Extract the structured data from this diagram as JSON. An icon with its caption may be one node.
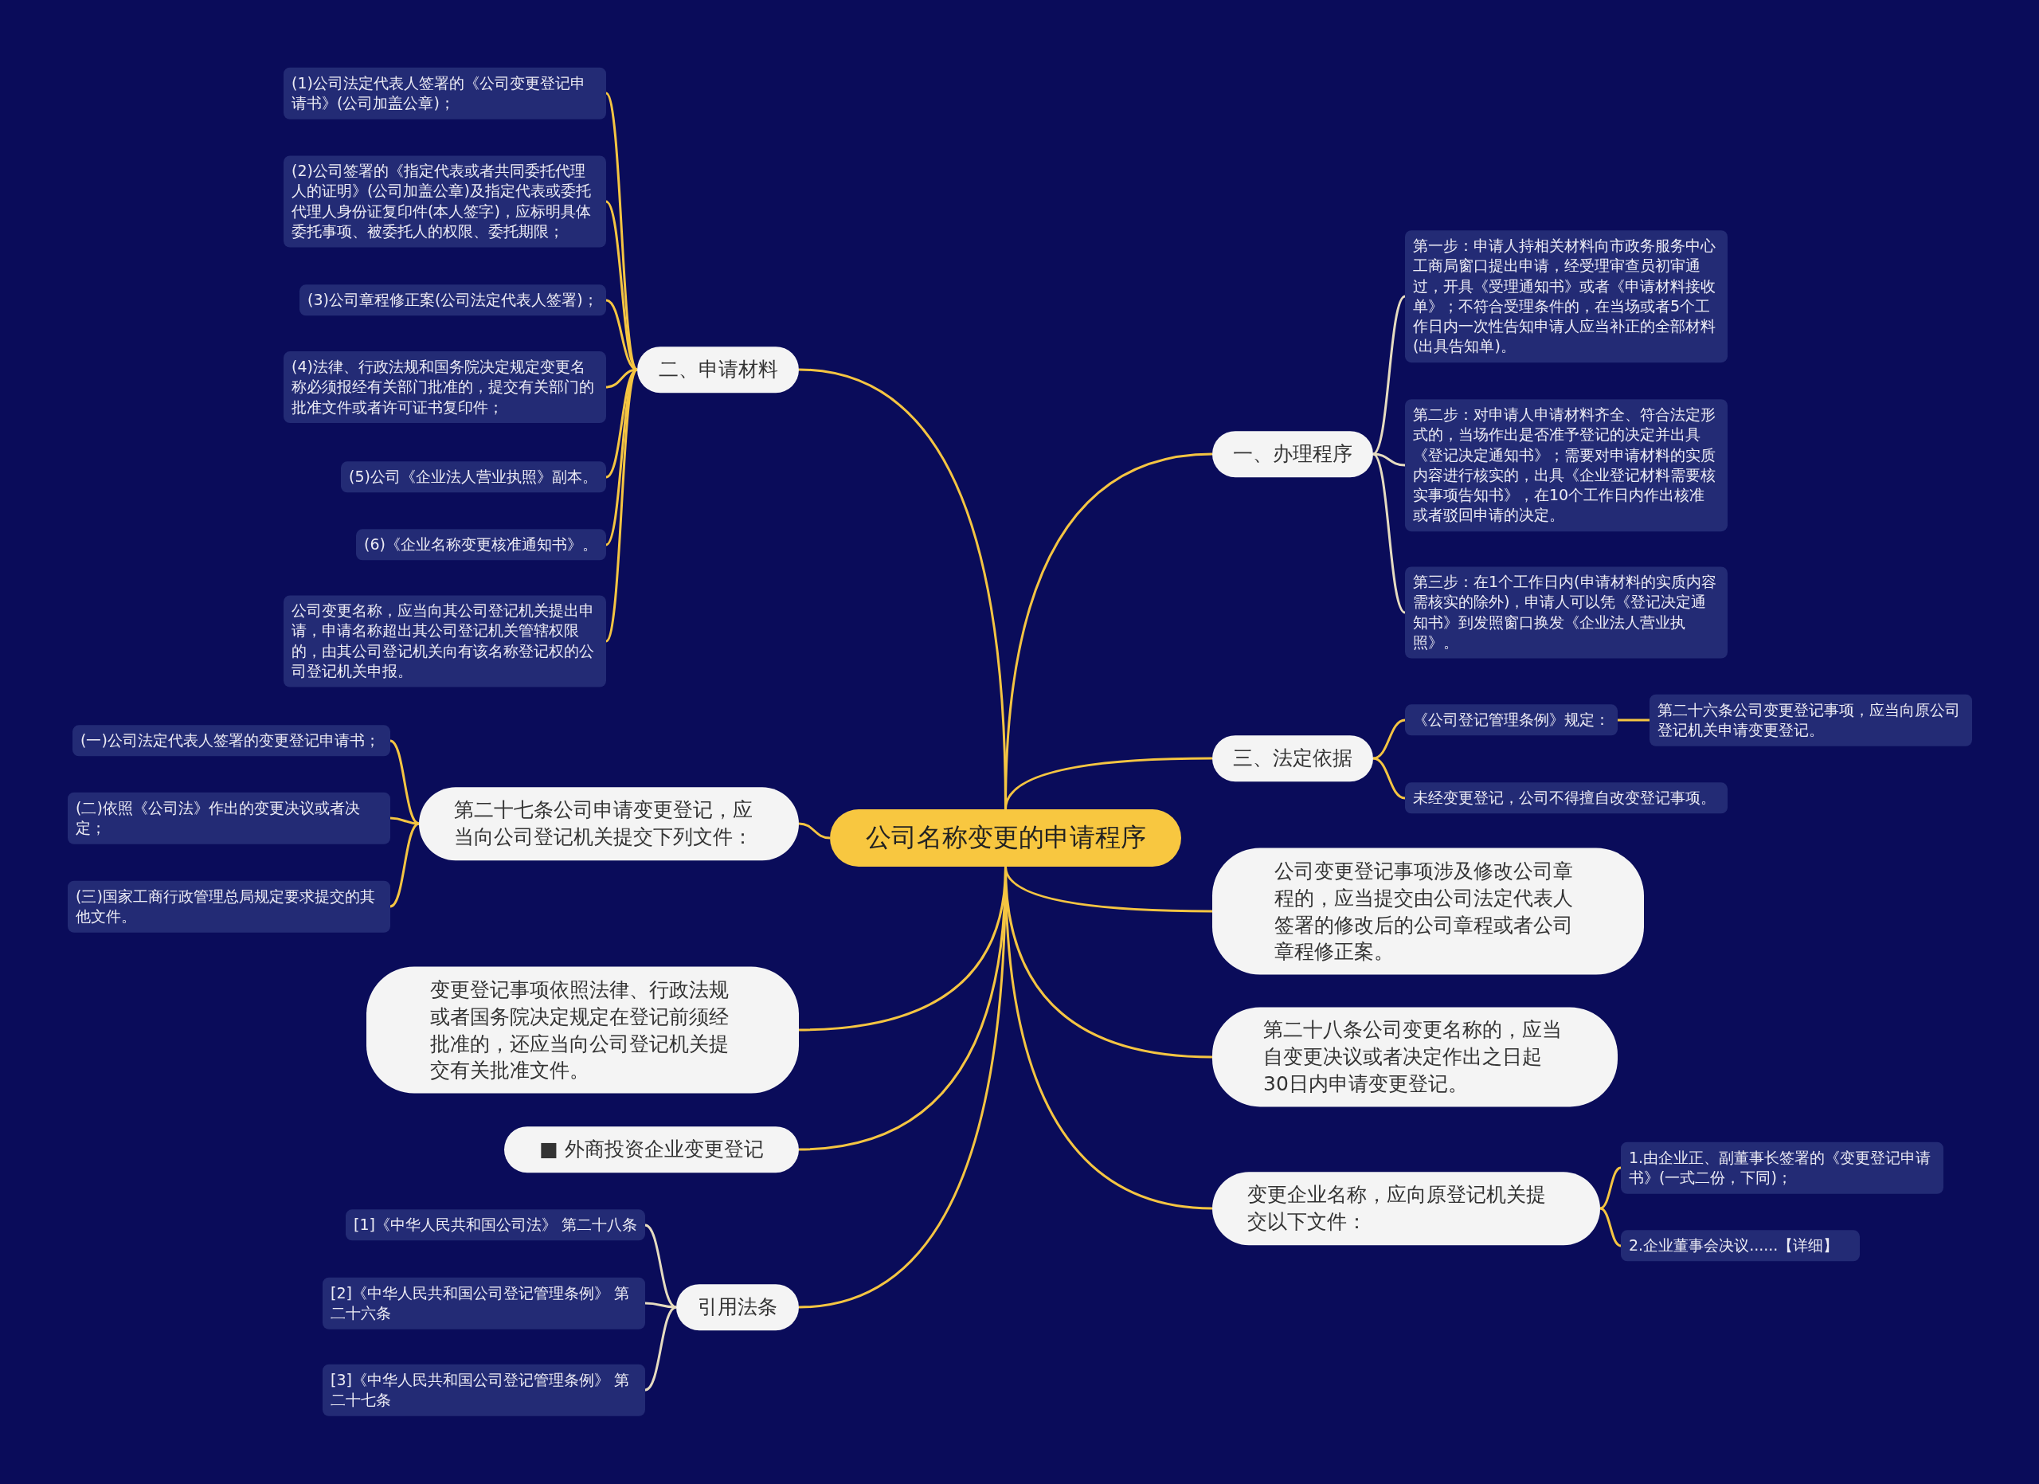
{
  "diagram": {
    "nodes": [
      {
        "text": [
          "公司名称变更的申请程序"
        ]
      },
      {
        "text": [
          "二、申请材料"
        ]
      },
      {
        "text": [
          "(1)公司法定代表人签署的《公司变更登记申请书》(公司加盖公章)；"
        ]
      },
      {
        "text": [
          "(2)公司签署的《指定代表或者共同委托代理人的证明》(公司加盖公章)及指定代表或委托代理人身份证复印件(本人签字)，应标明具体委托事项、被委托人的权限、委托期限；"
        ]
      },
      {
        "text": [
          "(3)公司章程修正案(公司法定代表人签署)；"
        ]
      },
      {
        "text": [
          "(4)法律、行政法规和国务院决定规定变更名称必须报经有关部门批准的，提交有关部门的批准文件或者许可证书复印件；"
        ]
      },
      {
        "text": [
          "(5)公司《企业法人营业执照》副本。"
        ]
      },
      {
        "text": [
          "(6)《企业名称变更核准通知书》。"
        ]
      },
      {
        "text": [
          "公司变更名称，应当向其公司登记机关提出申请，申请名称超出其公司登记机关管辖权限的，由其公司登记机关向有该名称登记权的公司登记机关申报。"
        ]
      },
      {
        "text": [
          "一、办理程序"
        ]
      },
      {
        "text": [
          "第一步：申请人持相关材料向市政务服务中心工商局窗口提出申请，经受理审查员初审通过，开具《受理通知书》或者《申请材料接收单》；不符合受理条件的，在当场或者5个工作日内一次性告知申请人应当补正的全部材料(出具告知单)。"
        ]
      },
      {
        "text": [
          "第二步：对申请人申请材料齐全、符合法定形式的，当场作出是否准予登记的决定并出具《登记决定通知书》；需要对申请材料的实质内容进行核实的，出具《企业登记材料需要核实事项告知书》，在10个工作日内作出核准或者驳回申请的决定。"
        ]
      },
      {
        "text": [
          "第三步：在1个工作日内(申请材料的实质内容需核实的除外)，申请人可以凭《登记决定通知书》到发照窗口换发《企业法人营业执照》。"
        ]
      },
      {
        "text": [
          "三、法定依据"
        ]
      },
      {
        "text": [
          "《公司登记管理条例》规定："
        ]
      },
      {
        "text": [
          "第二十六条公司变更登记事项，应当向原公司登记机关申请变更登记。"
        ]
      },
      {
        "text": [
          "未经变更登记，公司不得擅自改变登记事项。"
        ]
      },
      {
        "text": [
          "第二十七条公司申请变更登记，应当向公司登记机关提交下列文件："
        ]
      },
      {
        "text": [
          "(一)公司法定代表人签署的变更登记申请书；"
        ]
      },
      {
        "text": [
          "(二)依照《公司法》作出的变更决议或者决定；"
        ]
      },
      {
        "text": [
          "(三)国家工商行政管理总局规定要求提交的其他文件。"
        ]
      },
      {
        "text": [
          "公司变更登记事项涉及修改公司章程的，应当提交由公司法定代表人签署的修改后的公司章程或者公司章程修正案。"
        ]
      },
      {
        "text": [
          "第二十八条公司变更名称的，应当自变更决议或者决定作出之日起30日内申请变更登记。"
        ]
      },
      {
        "text": [
          "变更登记事项依照法律、行政法规或者国务院决定规定在登记前须经批准的，还应当向公司登记机关提交有关批准文件。"
        ]
      },
      {
        "text": [
          "■ 外商投资企业变更登记"
        ]
      },
      {
        "text": [
          "变更企业名称，应向原登记机关提交以下文件："
        ]
      },
      {
        "text": [
          "1.由企业正、副董事长签署的《变更登记申请书》(一式二份，下同)；"
        ]
      },
      {
        "text": [
          "2.企业董事会决议......【详细】"
        ]
      },
      {
        "text": [
          "引用法条"
        ]
      },
      {
        "text": [
          "[1]《中华人民共和国公司法》 第二十八条"
        ]
      },
      {
        "text": [
          "[2]《中华人民共和国公司登记管理条例》 第二十六条"
        ]
      },
      {
        "text": [
          "[3]《中华人民共和国公司登记管理条例》 第二十七条"
        ]
      }
    ],
    "edges": [
      {
        "from": 0,
        "to": 1,
        "arrow": "none"
      },
      {
        "from": 1,
        "to": 2,
        "arrow": "none"
      },
      {
        "from": 1,
        "to": 3,
        "arrow": "none"
      },
      {
        "from": 1,
        "to": 4,
        "arrow": "none"
      },
      {
        "from": 1,
        "to": 5,
        "arrow": "none"
      },
      {
        "from": 1,
        "to": 6,
        "arrow": "none"
      },
      {
        "from": 1,
        "to": 7,
        "arrow": "none"
      },
      {
        "from": 1,
        "to": 8,
        "arrow": "none"
      },
      {
        "from": 0,
        "to": 9,
        "arrow": "none"
      },
      {
        "from": 9,
        "to": 10,
        "arrow": "none",
        "color": "#e6dcc0"
      },
      {
        "from": 9,
        "to": 11,
        "arrow": "none",
        "color": "#e6dcc0"
      },
      {
        "from": 9,
        "to": 12,
        "arrow": "none",
        "color": "#e6dcc0"
      },
      {
        "from": 0,
        "to": 13,
        "arrow": "none"
      },
      {
        "from": 13,
        "to": 14,
        "arrow": "none"
      },
      {
        "from": 14,
        "to": 15,
        "arrow": "none"
      },
      {
        "from": 13,
        "to": 16,
        "arrow": "none"
      },
      {
        "from": 0,
        "to": 17,
        "arrow": "none"
      },
      {
        "from": 17,
        "to": 18,
        "arrow": "none"
      },
      {
        "from": 17,
        "to": 19,
        "arrow": "none"
      },
      {
        "from": 17,
        "to": 20,
        "arrow": "none"
      },
      {
        "from": 0,
        "to": 21,
        "arrow": "none"
      },
      {
        "from": 0,
        "to": 22,
        "arrow": "none"
      },
      {
        "from": 0,
        "to": 23,
        "arrow": "none"
      },
      {
        "from": 0,
        "to": 24,
        "arrow": "none"
      },
      {
        "from": 0,
        "to": 25,
        "arrow": "none"
      },
      {
        "from": 25,
        "to": 26,
        "arrow": "none"
      },
      {
        "from": 25,
        "to": 27,
        "arrow": "none"
      },
      {
        "from": 0,
        "to": 28,
        "arrow": "none"
      },
      {
        "from": 28,
        "to": 29,
        "arrow": "none",
        "color": "#e6dcc0"
      },
      {
        "from": 28,
        "to": 30,
        "arrow": "none",
        "color": "#e6dcc0"
      },
      {
        "from": 28,
        "to": 31,
        "arrow": "none",
        "color": "#e6dcc0"
      }
    ]
  }
}
